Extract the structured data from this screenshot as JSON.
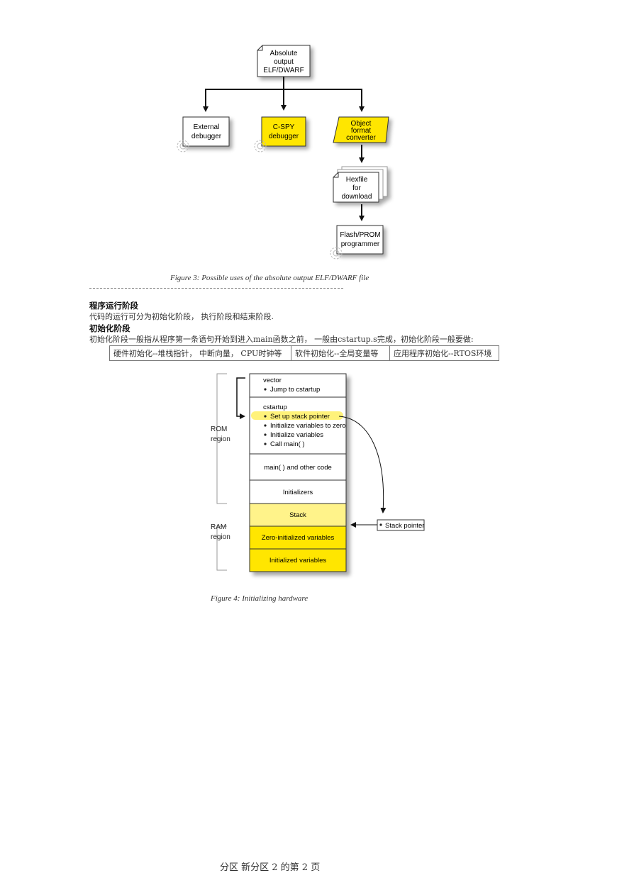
{
  "figure3": {
    "source_box": [
      "Absolute",
      "output",
      "ELF/DWARF"
    ],
    "external_debugger": [
      "External",
      "debugger"
    ],
    "cspy_debugger": [
      "C-SPY",
      "debugger"
    ],
    "object_converter": [
      "Object",
      "format",
      "converter"
    ],
    "hexfile": [
      "Hexfile",
      "for",
      "download"
    ],
    "flash_programmer": [
      "Flash/PROM",
      "programmer"
    ],
    "caption": "Figure 3: Possible uses of the absolute output ELF/DWARF file"
  },
  "section1": {
    "heading": "程序运行阶段",
    "text": "代码的运行可分为初始化阶段， 执行阶段和结束阶段."
  },
  "section2": {
    "heading": "初始化阶段",
    "text": "初始化阶段一般指从程序第一条语句开始到进入main函数之前， 一般由cstartup.s完成，初始化阶段一般要做:"
  },
  "steps_table": [
    "硬件初始化--堆栈指针， 中断向量， CPU时钟等",
    "软件初始化--全局变量等",
    "应用程序初始化--RTOS环境"
  ],
  "figure4": {
    "rom_label": [
      "ROM",
      "region"
    ],
    "ram_label": [
      "RAM",
      "region"
    ],
    "vector_title": "vector",
    "vector_item": "Jump to cstartup",
    "cstartup_title": "cstartup",
    "cstartup_items": [
      "Set up stack pointer",
      "Initialize variables to zero",
      "Initialize variables",
      "Call main( )"
    ],
    "main_code": "main( ) and other code",
    "initializers": "Initializers",
    "stack": "Stack",
    "zero_init": "Zero-initialized variables",
    "init_vars": "Initialized variables",
    "stack_pointer": "Stack pointer",
    "caption": "Figure 4: Initializing hardware"
  },
  "footer": "分区 新分区 2 的第 2 页",
  "colors": {
    "yellow": "#ffe600",
    "light_yellow": "#fff38a",
    "highlight": "#fff27a"
  }
}
